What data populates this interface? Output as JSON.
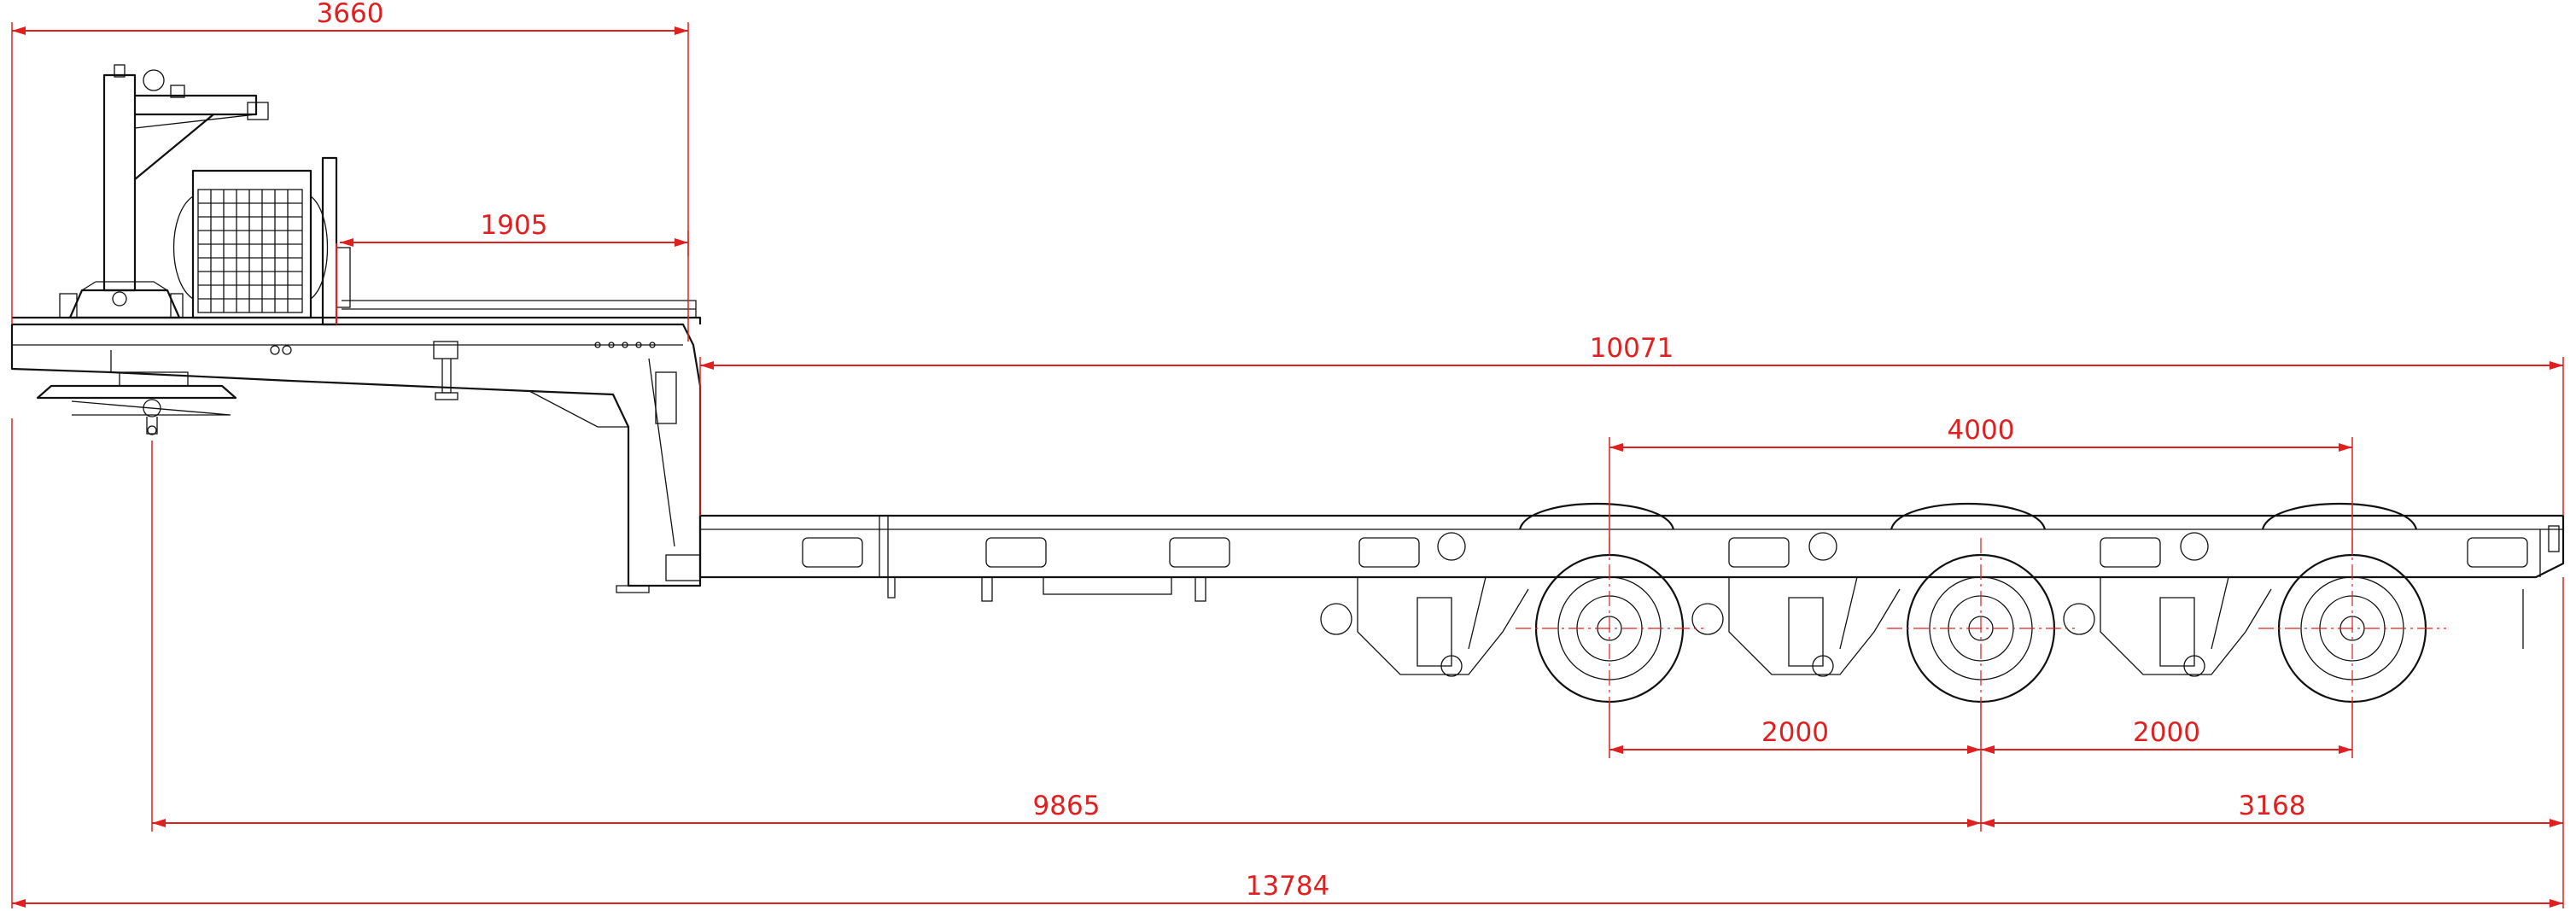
{
  "dimensions": {
    "front_overhang": "3660",
    "gooseneck_deck": "1905",
    "loading_deck": "10071",
    "axle_spread": "4000",
    "axle_pitch_1": "2000",
    "axle_pitch_2": "2000",
    "kingpin_to_axle": "9865",
    "rear_overhang": "3168",
    "overall_length": "13784"
  },
  "colors": {
    "dimension": "#e02020",
    "outline": "#111111"
  }
}
